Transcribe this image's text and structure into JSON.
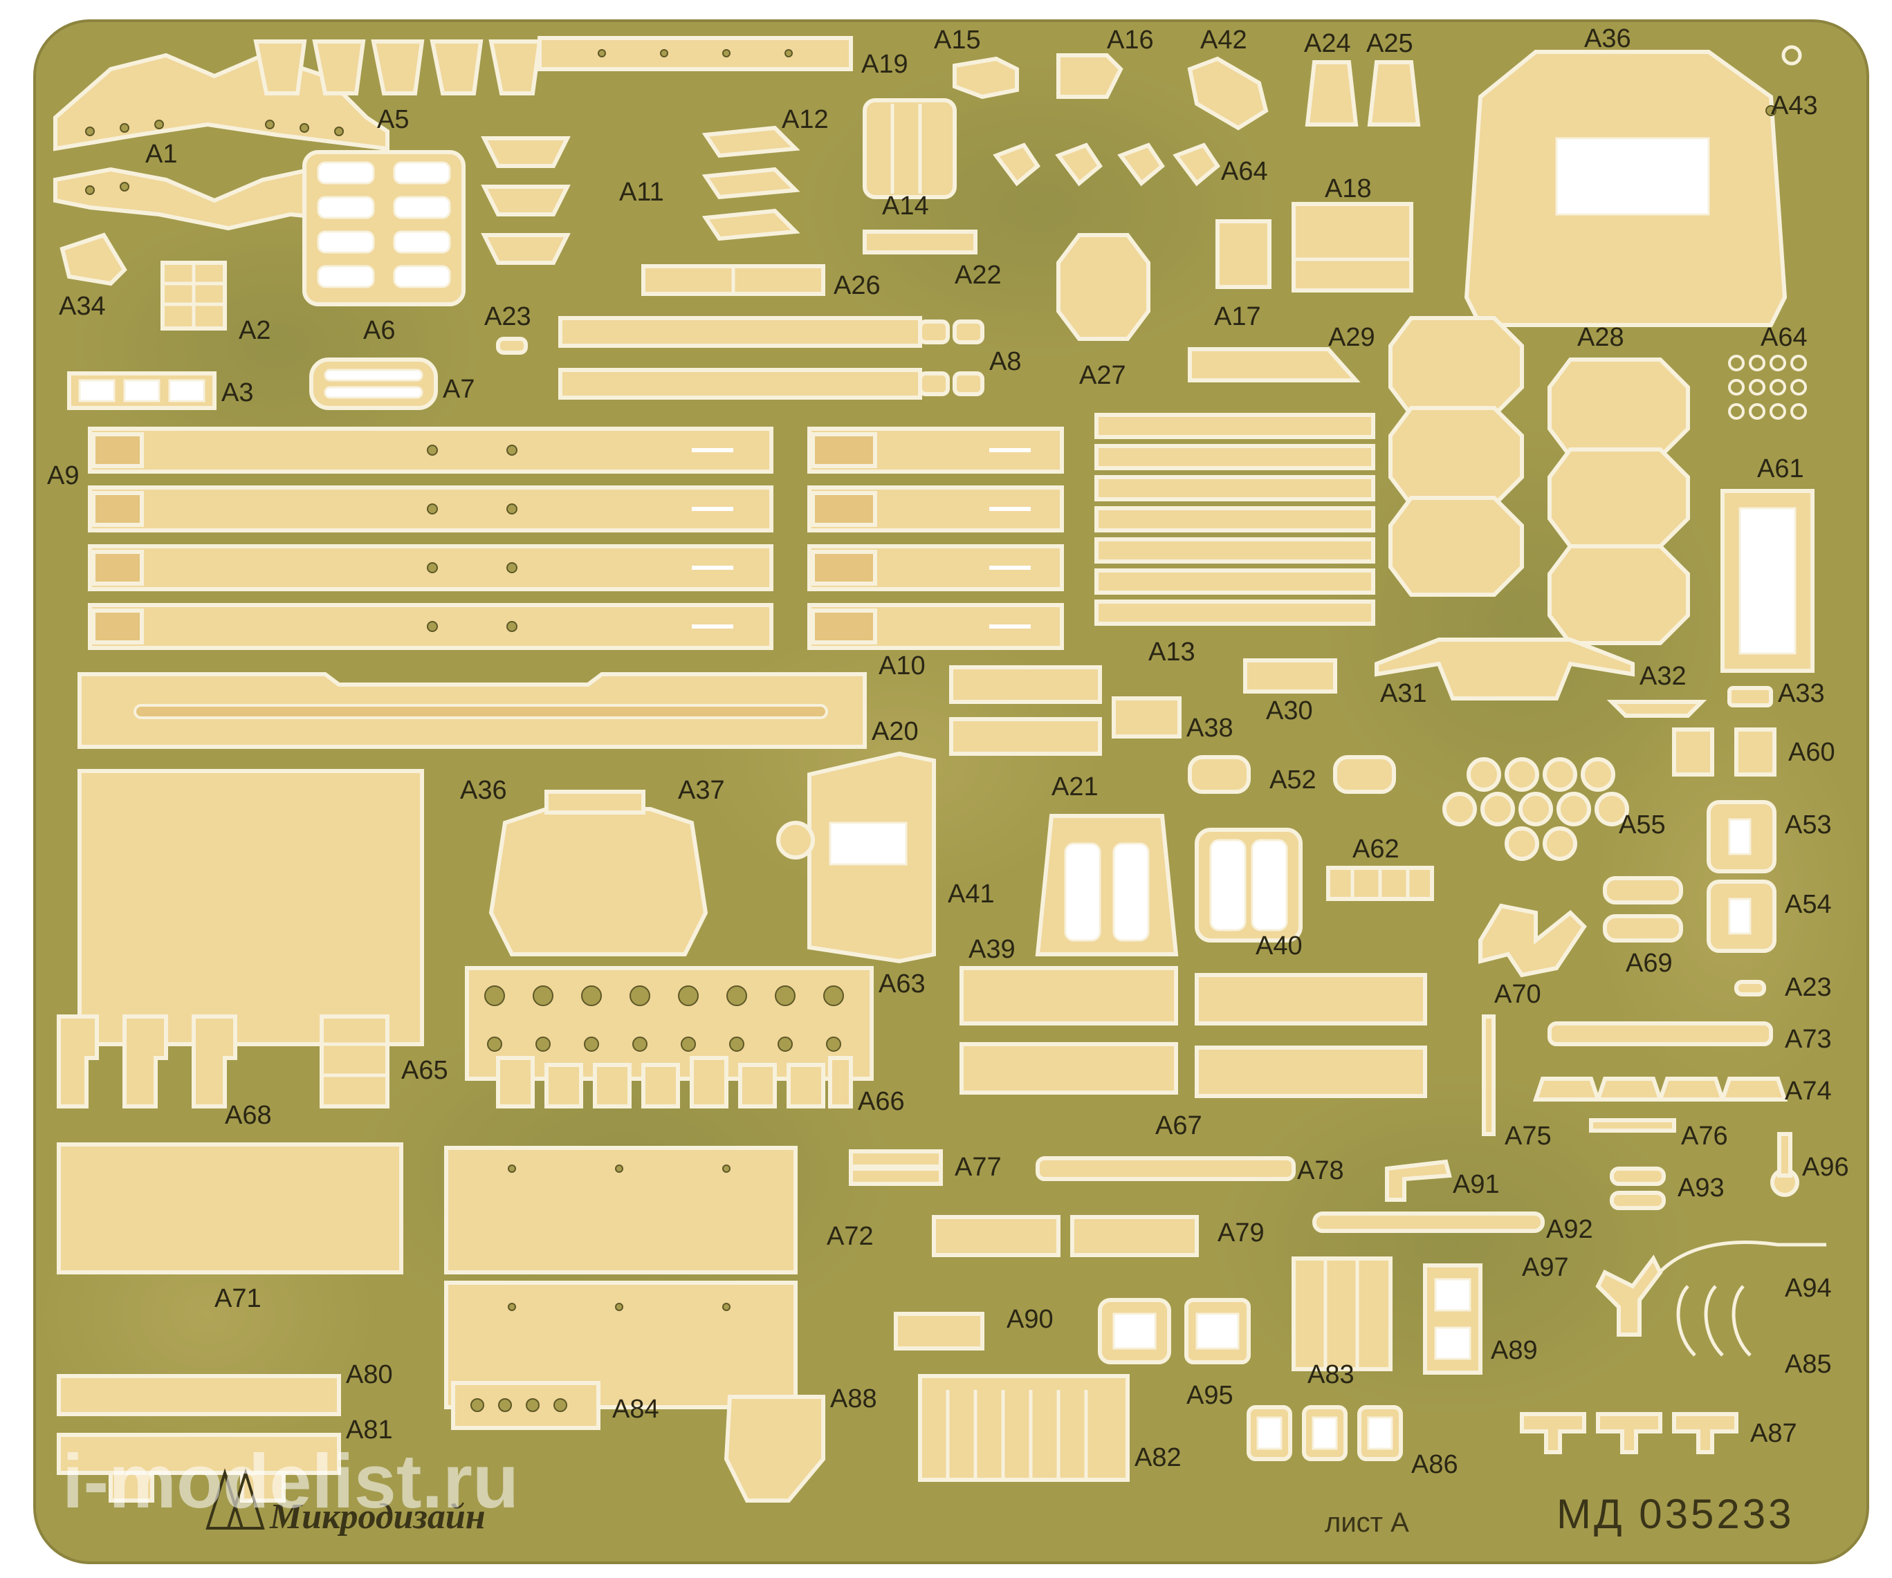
{
  "sheet": {
    "brand": "Микродизайн",
    "sheet_name": "лист А",
    "product_code": "МД 035233",
    "watermark": "i-modelist.ru",
    "plate_color": "#a39a4c",
    "part_color": "#f0d79a"
  },
  "labels": {
    "A1": "A1",
    "A2": "A2",
    "A3": "A3",
    "A5": "A5",
    "A6": "A6",
    "A7": "A7",
    "A8": "A8",
    "A9": "A9",
    "A10": "A10",
    "A11": "A11",
    "A12": "A12",
    "A13": "A13",
    "A14": "A14",
    "A15": "A15",
    "A16": "A16",
    "A17": "A17",
    "A18": "A18",
    "A19": "A19",
    "A20": "A20",
    "A21": "A21",
    "A22": "A22",
    "A23a": "A23",
    "A23b": "A23",
    "A24": "A24",
    "A25": "A25",
    "A26": "A26",
    "A27": "A27",
    "A28": "A28",
    "A29": "A29",
    "A30": "A30",
    "A31": "A31",
    "A32": "A32",
    "A33": "A33",
    "A34": "A34",
    "A36a": "A36",
    "A36b": "A36",
    "A37": "A37",
    "A38": "A38",
    "A39": "A39",
    "A40": "A40",
    "A41": "A41",
    "A42": "A42",
    "A43": "A43",
    "A52": "A52",
    "A53": "A53",
    "A54": "A54",
    "A55": "A55",
    "A60": "A60",
    "A61": "A61",
    "A62": "A62",
    "A63": "A63",
    "A64a": "A64",
    "A64b": "A64",
    "A65": "A65",
    "A66": "A66",
    "A67": "A67",
    "A68": "A68",
    "A69": "A69",
    "A70": "A70",
    "A71": "A71",
    "A72": "A72",
    "A73": "A73",
    "A74": "A74",
    "A75": "A75",
    "A76": "A76",
    "A77": "A77",
    "A78": "A78",
    "A79": "A79",
    "A80": "A80",
    "A81": "A81",
    "A82": "A82",
    "A83": "A83",
    "A84": "A84",
    "A85": "A85",
    "A86": "A86",
    "A87": "A87",
    "A88": "A88",
    "A89": "A89",
    "A90": "A90",
    "A91": "A91",
    "A92": "A92",
    "A93": "A93",
    "A94": "A94",
    "A95": "A95",
    "A96": "A96",
    "A97": "A97"
  }
}
